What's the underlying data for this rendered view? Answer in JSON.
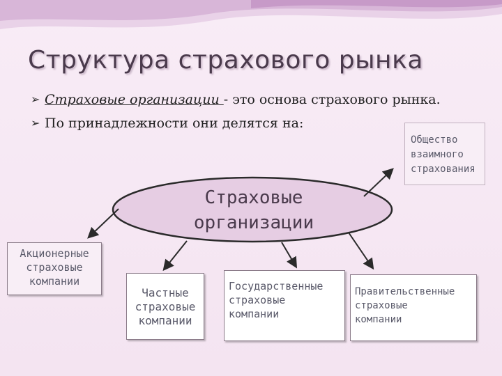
{
  "slide": {
    "title": "Структура страхового рынка",
    "bullets": [
      {
        "term": "Страховые организации ",
        "rest": "- это основа страхового рынка."
      },
      {
        "text": "По принадлежности они делятся на:"
      }
    ]
  },
  "diagram": {
    "center": {
      "line1": "Страховые",
      "line2": "организации"
    },
    "nodes": [
      {
        "id": "akcionernye",
        "lines": [
          "Акционерные",
          "страховые",
          "компании"
        ]
      },
      {
        "id": "chastnye",
        "lines": [
          "Частные",
          "страховые",
          "компании"
        ]
      },
      {
        "id": "gosudarstvennye",
        "lines": [
          "Государственные",
          "страховые",
          "компании"
        ]
      },
      {
        "id": "pravitelstvennye",
        "lines": [
          "Правительственные",
          "страховые",
          "компании"
        ]
      },
      {
        "id": "obshchestvo",
        "lines": [
          "Общество",
          "взаимного",
          "страхования"
        ]
      }
    ]
  },
  "colors": {
    "background": "#f6e8f4",
    "ellipse_fill": "#e6cde3",
    "ellipse_stroke": "#2a2a2a",
    "title": "#4a3a4c"
  }
}
